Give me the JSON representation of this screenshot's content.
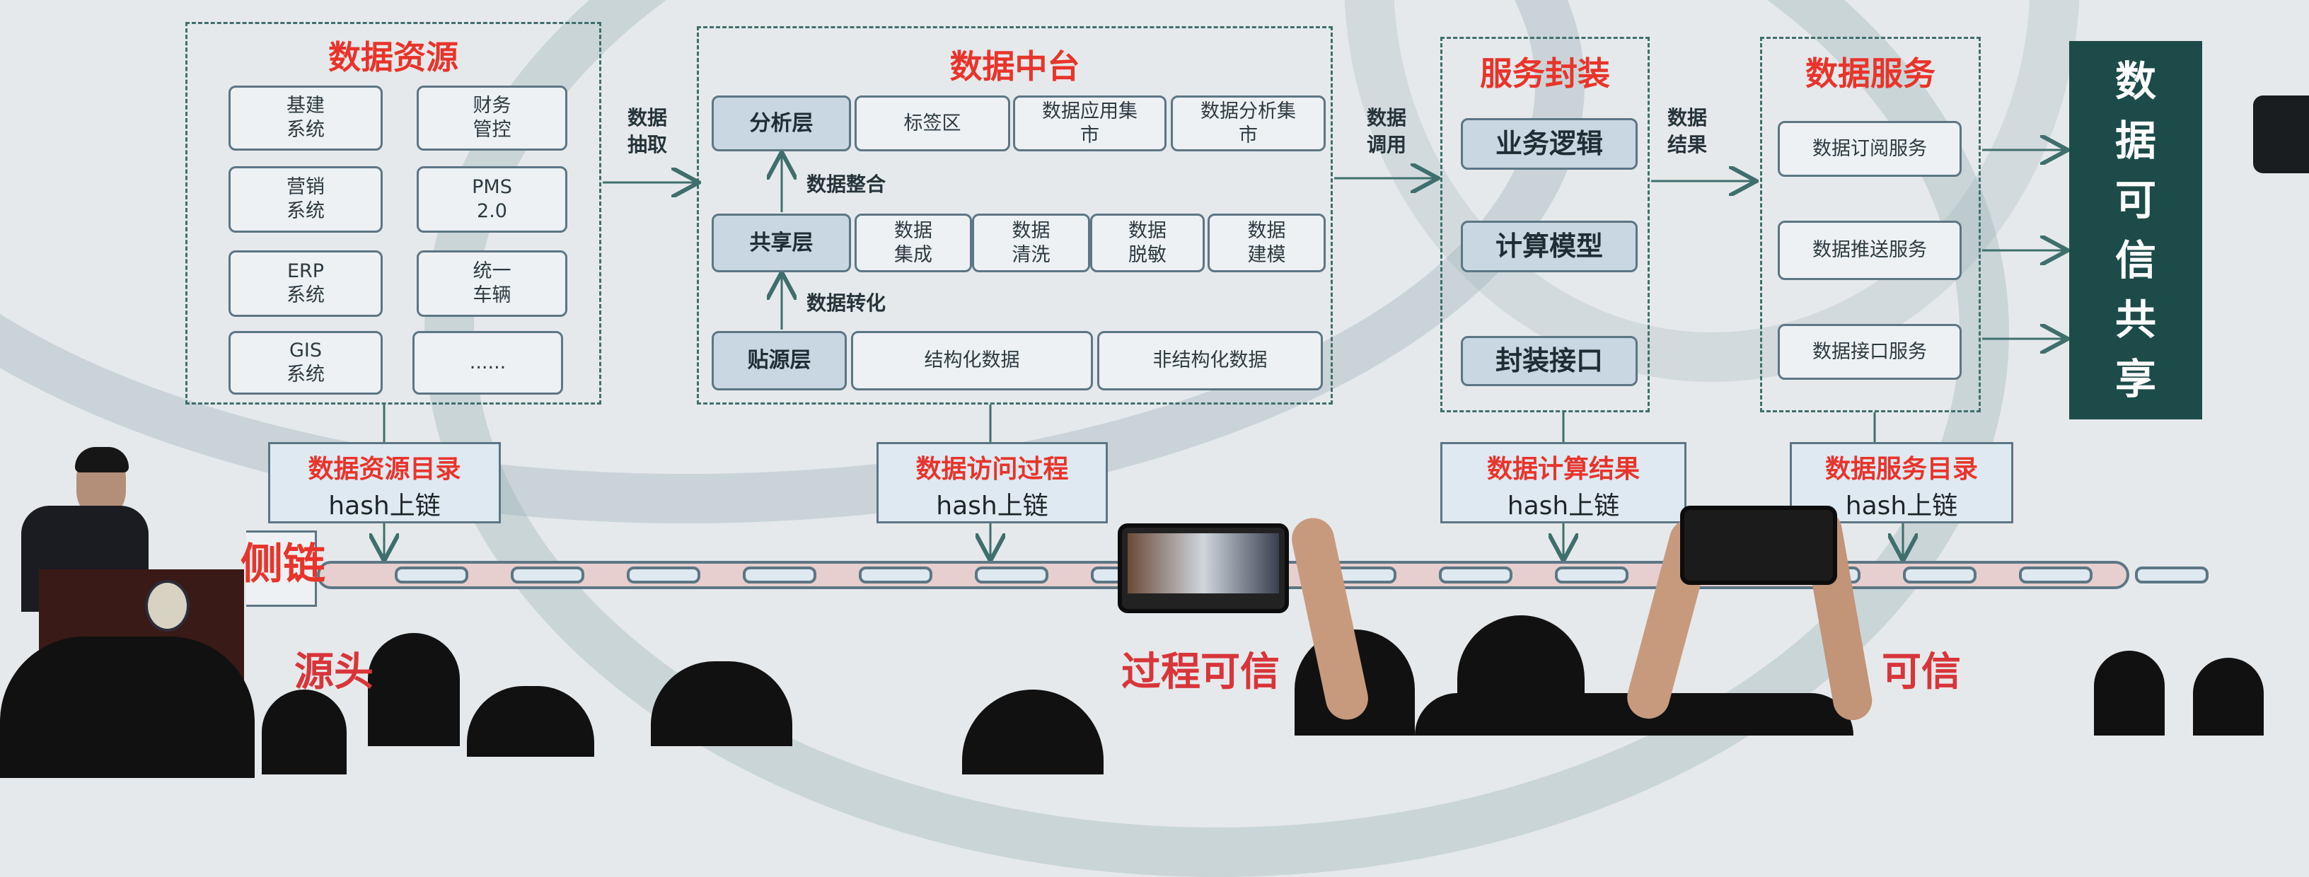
{
  "data_resources": {
    "title": "数据资源",
    "items": [
      "基建\n系统",
      "财务\n管控",
      "营销\n系统",
      "PMS\n2.0",
      "ERP\n系统",
      "统一\n车辆",
      "GIS\n系统",
      "......"
    ]
  },
  "flow_labels": {
    "extract": "数据\n抽取",
    "call": "数据\n调用",
    "result": "数据\n结果",
    "integrate": "数据整合",
    "transform": "数据转化"
  },
  "data_middle": {
    "title": "数据中台",
    "analysis_layer": {
      "label": "分析层",
      "items": [
        "标签区",
        "数据应用集\n市",
        "数据分析集\n市"
      ]
    },
    "shared_layer": {
      "label": "共享层",
      "items": [
        "数据\n集成",
        "数据\n清洗",
        "数据\n脱敏",
        "数据\n建模"
      ]
    },
    "source_layer": {
      "label": "贴源层",
      "items": [
        "结构化数据",
        "非结构化数据"
      ]
    }
  },
  "service_wrap": {
    "title": "服务封装",
    "items": [
      "业务逻辑",
      "计算模型",
      "封装接口"
    ]
  },
  "data_services": {
    "title": "数据服务",
    "items": [
      "数据订阅服务",
      "数据推送服务",
      "数据接口服务"
    ]
  },
  "trusted_sharing": {
    "chars": [
      "数",
      "据",
      "可",
      "信",
      "共",
      "享"
    ]
  },
  "hash_boxes": [
    {
      "title": "数据资源目录",
      "sub": "hash上链"
    },
    {
      "title": "数据访问过程",
      "sub": "hash上链"
    },
    {
      "title": "数据计算结果",
      "sub": "hash上链"
    },
    {
      "title": "数据服务目录",
      "sub": "hash上链"
    }
  ],
  "side_chain": "侧链",
  "bottom_captions": [
    "源头",
    "过程可信",
    "可信"
  ],
  "colors": {
    "accent_red": "#e8342b",
    "dark_teal": "#1d4b49",
    "box_border": "#5c7684"
  }
}
